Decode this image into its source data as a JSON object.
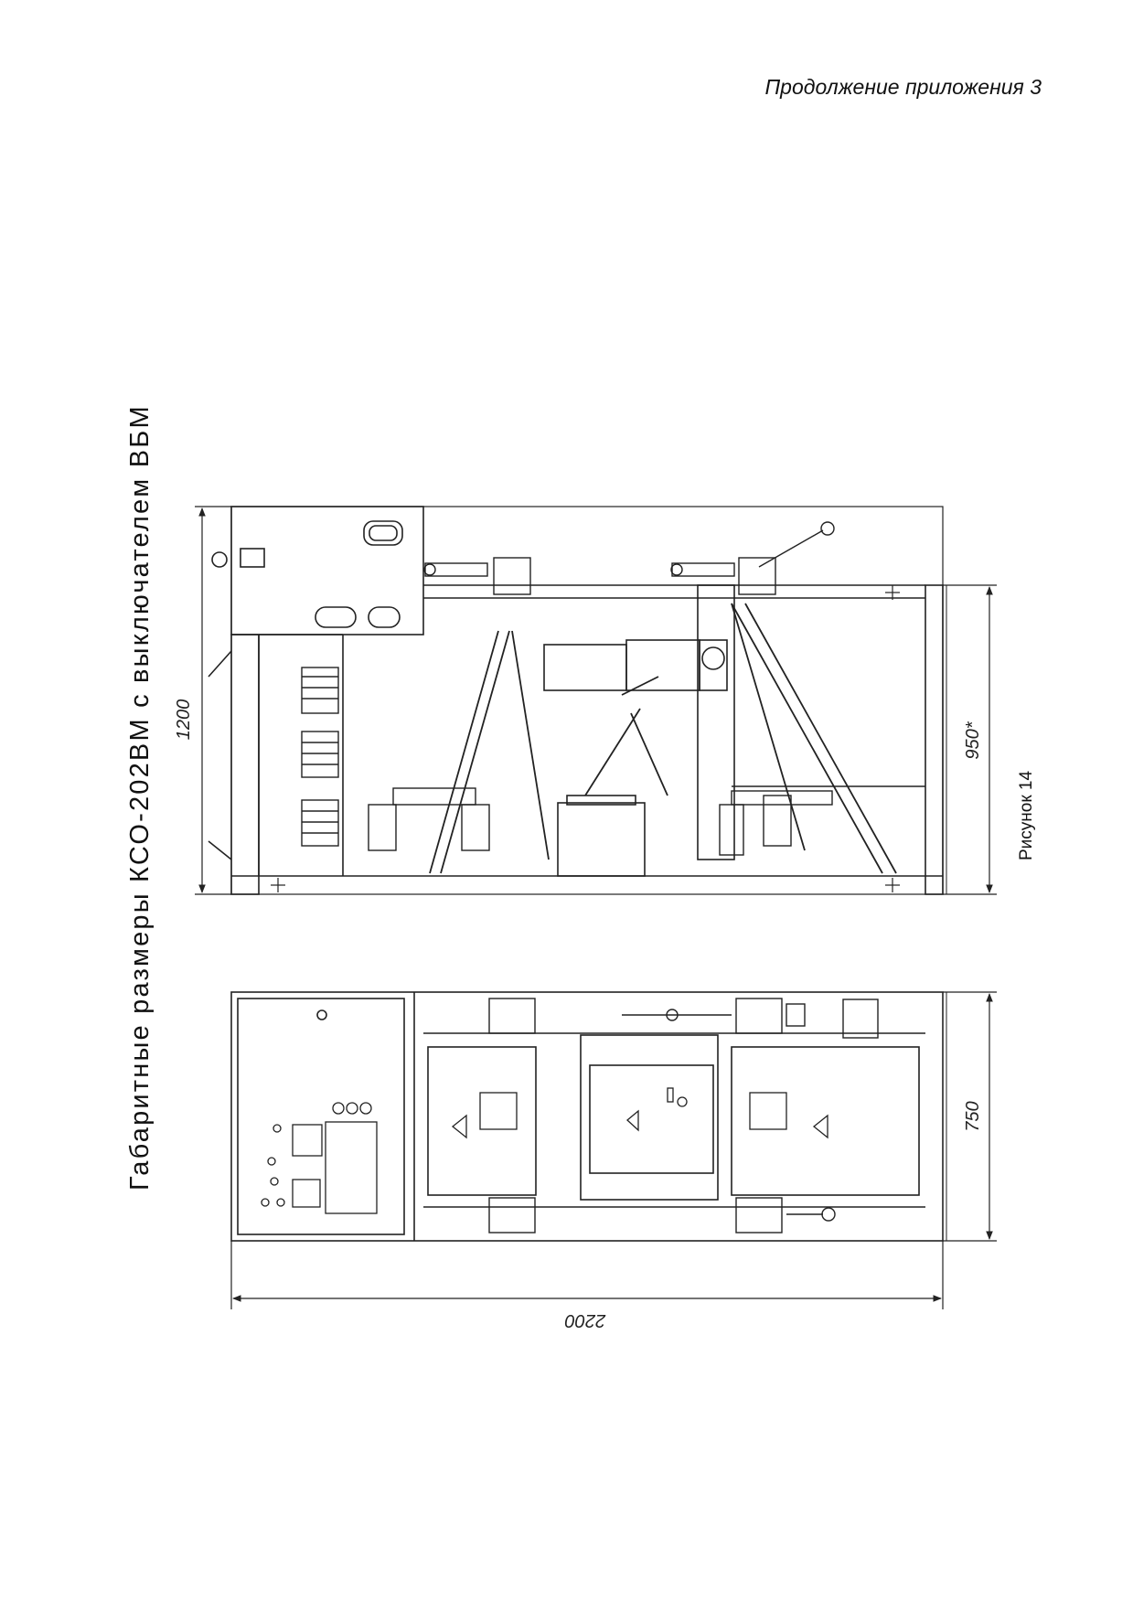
{
  "page": {
    "header": "Продолжение приложения  3",
    "title": "Габаритные размеры КСО-202ВМ с выключателем ВБМ",
    "figure_caption": "Рисунок 14"
  },
  "dimensions": {
    "height_total": "1200",
    "height_frame": "950*",
    "depth": "750",
    "width": "2200"
  }
}
